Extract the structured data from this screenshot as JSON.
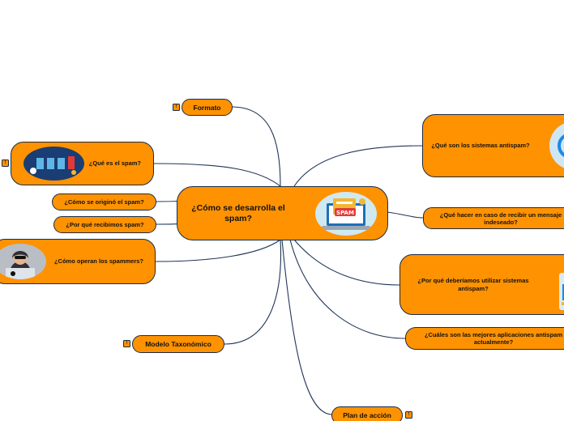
{
  "central": {
    "label": "¿Cómo se desarrolla el spam?",
    "image": "spam-laptop-icon"
  },
  "topics": {
    "formato": "Formato",
    "que_es_spam": "¿Qué es el spam?",
    "como_origino": "¿Cómo se originó el spam?",
    "por_que_recibimos": "¿Por qué recibimos spam?",
    "como_operan": "¿Cómo operan los spammers?",
    "modelo": "Modelo Taxonómico",
    "sistemas_antispam": "¿Qué son los sistemas antispam?",
    "que_hacer": "¿Qué hacer en caso de recibir un mensaje indeseado?",
    "por_que_utilizar": "¿Por qué deberíamos utilizar sistemas antispam?",
    "mejores_aplicaciones": "¿Cuáles son las mejores aplicaciones antispam actualmente?",
    "plan": "Plan de acción"
  },
  "tag_glyph": "!",
  "colors": {
    "node_fill": "#ff9200",
    "border": "#1a2b45",
    "line": "#1f3558"
  }
}
